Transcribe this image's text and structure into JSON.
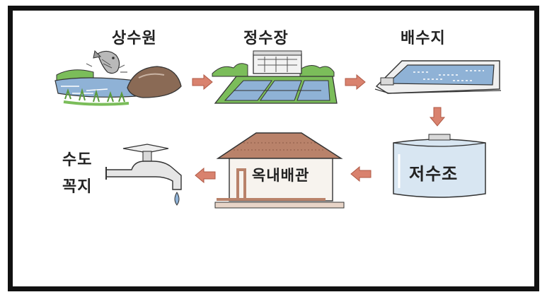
{
  "diagram": {
    "steps": [
      {
        "id": "source",
        "label": "상수원"
      },
      {
        "id": "purification",
        "label": "정수장"
      },
      {
        "id": "distribution",
        "label": "배수지"
      },
      {
        "id": "storage",
        "label": "저수조"
      },
      {
        "id": "indoor_pipes",
        "label": "옥내배관"
      },
      {
        "id": "faucet",
        "label_line1": "수도",
        "label_line2": "꼭지"
      }
    ],
    "colors": {
      "arrow": "#d9826e",
      "water": "#8fb2d6",
      "grass": "#7bbd5a",
      "roof": "#b9826a",
      "tank": "#d8e6f2",
      "outline": "#333333"
    }
  }
}
